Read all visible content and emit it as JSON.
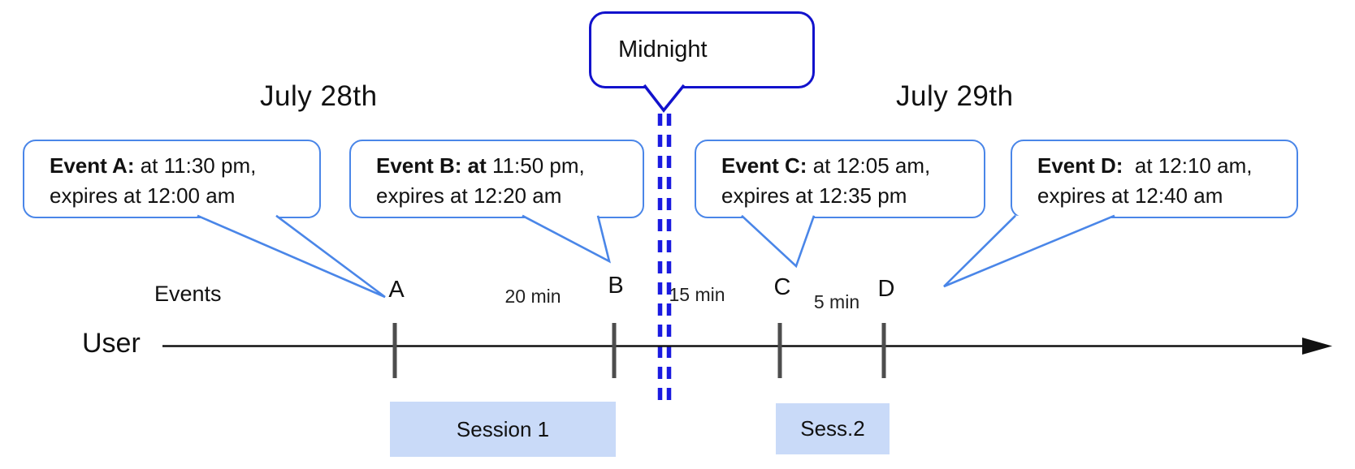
{
  "dates": {
    "left": "July 28th",
    "right": "July 29th"
  },
  "midnight": {
    "label": "Midnight"
  },
  "events": [
    {
      "id": "A",
      "bold": "Event A:",
      "rest": " at 11:30 pm,",
      "line2": "expires at 12:00 am"
    },
    {
      "id": "B",
      "bold": "Event B: at",
      "rest": " 11:50 pm,",
      "line2": "expires at 12:20 am"
    },
    {
      "id": "C",
      "bold": "Event C:",
      "rest": " at 12:05 am,",
      "line2": "expires at 12:35 pm"
    },
    {
      "id": "D",
      "bold": "Event D: ",
      "rest": " at 12:10 am,",
      "line2": "expires at 12:40 am"
    }
  ],
  "timeline": {
    "axis_label": "User",
    "events_label": "Events",
    "tick_labels": [
      "A",
      "B",
      "C",
      "D"
    ],
    "intervals": [
      {
        "label": "20 min"
      },
      {
        "label": "15 min"
      },
      {
        "label": "5 min"
      }
    ]
  },
  "sessions": [
    {
      "label": "Session 1"
    },
    {
      "label": "Sess.2"
    }
  ],
  "colors": {
    "event_bubble_border": "#4a86e8",
    "midnight_border": "#1212cc",
    "dashed_midnight_line": "#1b1be0",
    "session_fill": "#c9daf8",
    "tick": "#4d4d4d",
    "axis": "#111111"
  }
}
